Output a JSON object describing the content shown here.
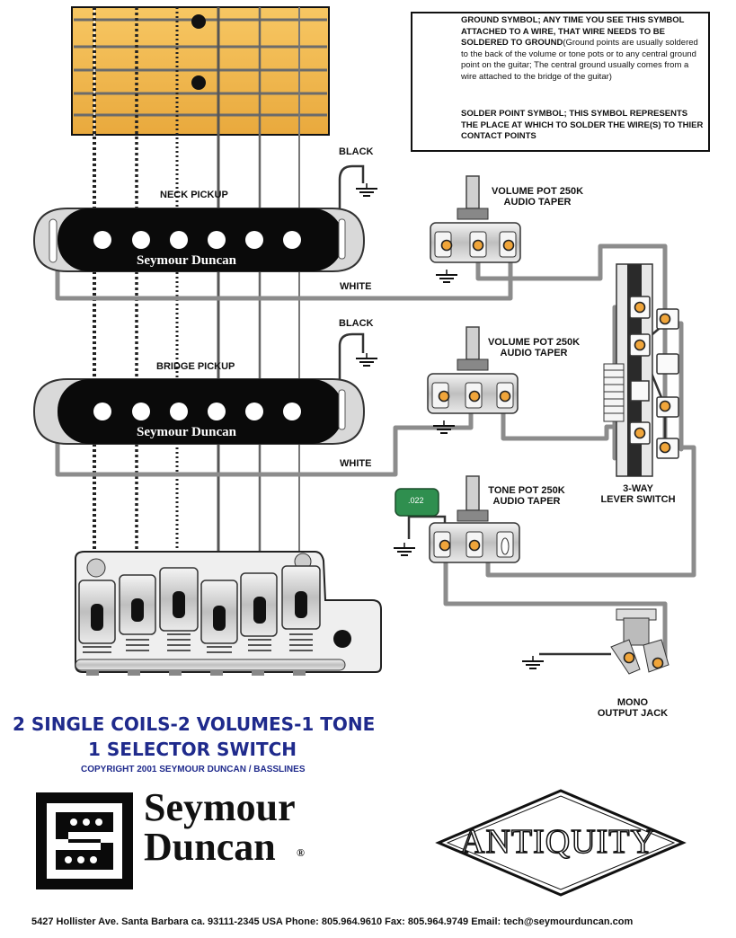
{
  "legend": {
    "ground_title": "GROUND SYMBOL; ANY TIME YOU SEE THIS SYMBOL ATTACHED TO A WIRE, THAT WIRE NEEDS TO BE SOLDERED TO GROUND",
    "ground_desc": "(Ground points are usually soldered to the back of the volume or tone pots or to any central ground point on the guitar; The central ground usually comes from a wire attached to the bridge of the guitar)",
    "solder_title": "SOLDER POINT SYMBOL; THIS SYMBOL REPRESENTS THE PLACE AT WHICH TO SOLDER THE WIRE(S) TO THIER CONTACT POINTS"
  },
  "labels": {
    "neck_pickup": "NECK PICKUP",
    "bridge_pickup": "BRIDGE PICKUP",
    "black_1": "BLACK",
    "black_2": "BLACK",
    "white_1": "WHITE",
    "white_2": "WHITE",
    "pickup_brand_1": "Seymour Duncan",
    "pickup_brand_2": "Seymour Duncan",
    "vol_pot_1_line1": "VOLUME POT 250K",
    "vol_pot_1_line2": "AUDIO TAPER",
    "vol_pot_2_line1": "VOLUME POT 250K",
    "vol_pot_2_line2": "AUDIO TAPER",
    "tone_pot_line1": "TONE POT 250K",
    "tone_pot_line2": "AUDIO TAPER",
    "cap_value": ".022",
    "switch_line1": "3-WAY",
    "switch_line2": "LEVER SWITCH",
    "jack_line1": "MONO",
    "jack_line2": "OUTPUT JACK"
  },
  "title": {
    "line1": "2 SINGLE COILS-2 VOLUMES-1 TONE",
    "line2": "1 SELECTOR SWITCH",
    "copyright": "COPYRIGHT 2001 SEYMOUR DUNCAN / BASSLINES"
  },
  "logos": {
    "seymour_line1": "Seymour",
    "seymour_line2": "Duncan",
    "registered": "®",
    "antiquity": "ANTIQUITY"
  },
  "footer": {
    "address": "5427 Hollister Ave. Santa Barbara ca. 93111-2345 USA  Phone: 805.964.9610  Fax: 805.964.9749   Email: tech@seymourduncan.com"
  },
  "colors": {
    "wire_gray": "#8c8c8c",
    "fretboard": "#f2b84a",
    "title_blue": "#1f2a8c",
    "solder": "#f0a53a",
    "cap_green": "#2f8f4f"
  }
}
